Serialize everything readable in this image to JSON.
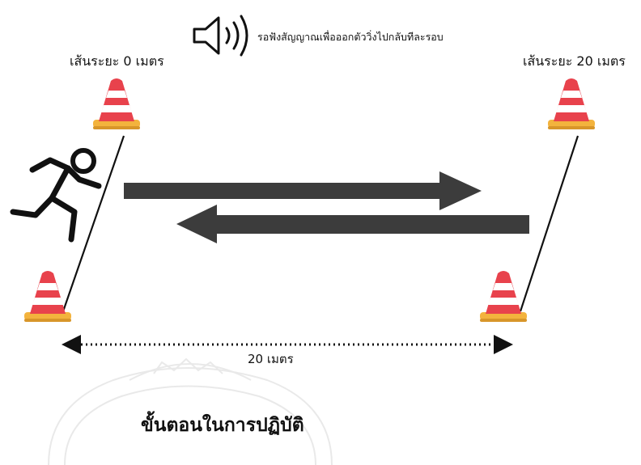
{
  "labels": {
    "start_line": "เส้นระยะ 0 เมตร",
    "end_line": "เส้นระยะ 20 เมตร",
    "signal_text": "รอฟังสัญญาณเพื่อออกตัววิ่งไปกลับทีละรอบ",
    "distance": "20 เมตร",
    "caption": "ขั้นตอนในการปฏิบัติ"
  },
  "icons": {
    "speaker": "speaker-icon",
    "runner": "runner-icon",
    "cone": "traffic-cone-icon",
    "watermark": "seal-watermark"
  },
  "colors": {
    "arrow": "#3c3c3c",
    "cone_red": "#e8424c",
    "cone_stripe": "#ffffff",
    "cone_base": "#f2b23a",
    "line": "#111111"
  }
}
